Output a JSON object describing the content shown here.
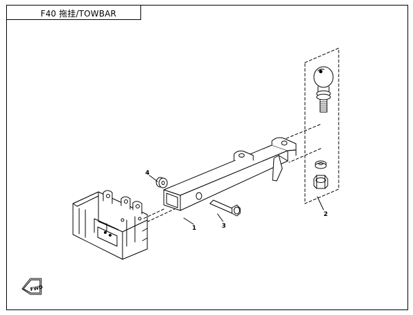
{
  "title": {
    "code": "F40",
    "chinese": "拖挂",
    "english": "TOWBAR"
  },
  "callouts": [
    "1",
    "2",
    "3",
    "4"
  ],
  "parts": [
    {
      "number": "1",
      "name": "tow-tube"
    },
    {
      "number": "2",
      "name": "tow-ball-kit"
    },
    {
      "number": "3",
      "name": "bolt"
    },
    {
      "number": "4",
      "name": "washer"
    }
  ],
  "direction_label": "FWD"
}
